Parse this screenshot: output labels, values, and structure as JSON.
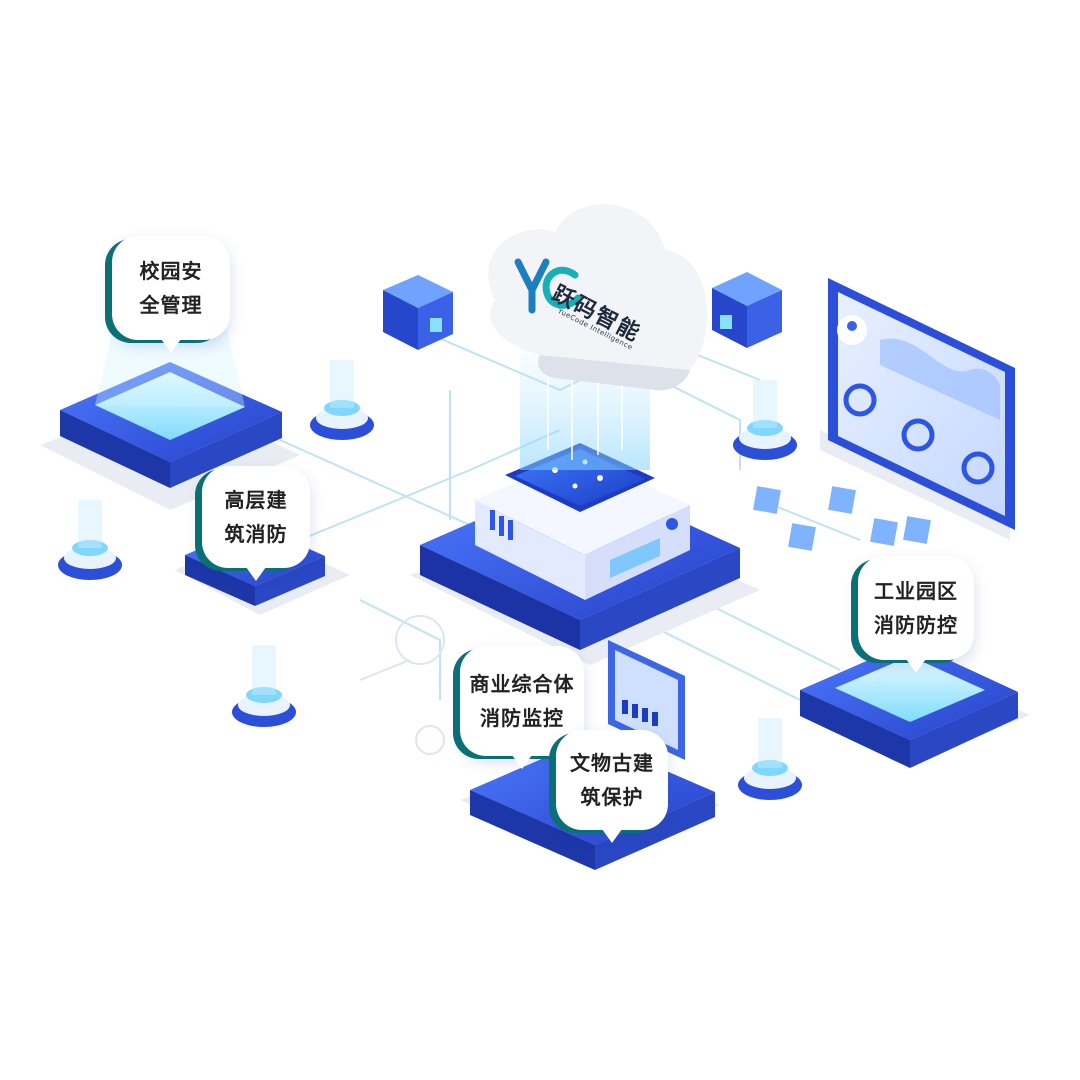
{
  "brand": {
    "name": "跃码智能",
    "tagline": "YueCode Intelligence",
    "mark": "YC"
  },
  "scenarios": [
    {
      "line1": "校园安",
      "line2": "全管理"
    },
    {
      "line1": "高层建",
      "line2": "筑消防"
    },
    {
      "line1": "工业园区",
      "line2": "消防防控"
    },
    {
      "line1": "商业综合体",
      "line2": "消防监控"
    },
    {
      "line1": "文物古建",
      "line2": "筑保护"
    }
  ],
  "colors": {
    "primary": "#2b4fd8",
    "dark": "#1c33a6",
    "accent": "#6fd6f5",
    "teal": "#0b6f76",
    "glow": "#9fe7ff"
  },
  "icons": [
    "cloud-icon",
    "server-cube-icon",
    "dashboard-screen-icon",
    "sensor-pillar-icon",
    "user-avatar-icon"
  ]
}
